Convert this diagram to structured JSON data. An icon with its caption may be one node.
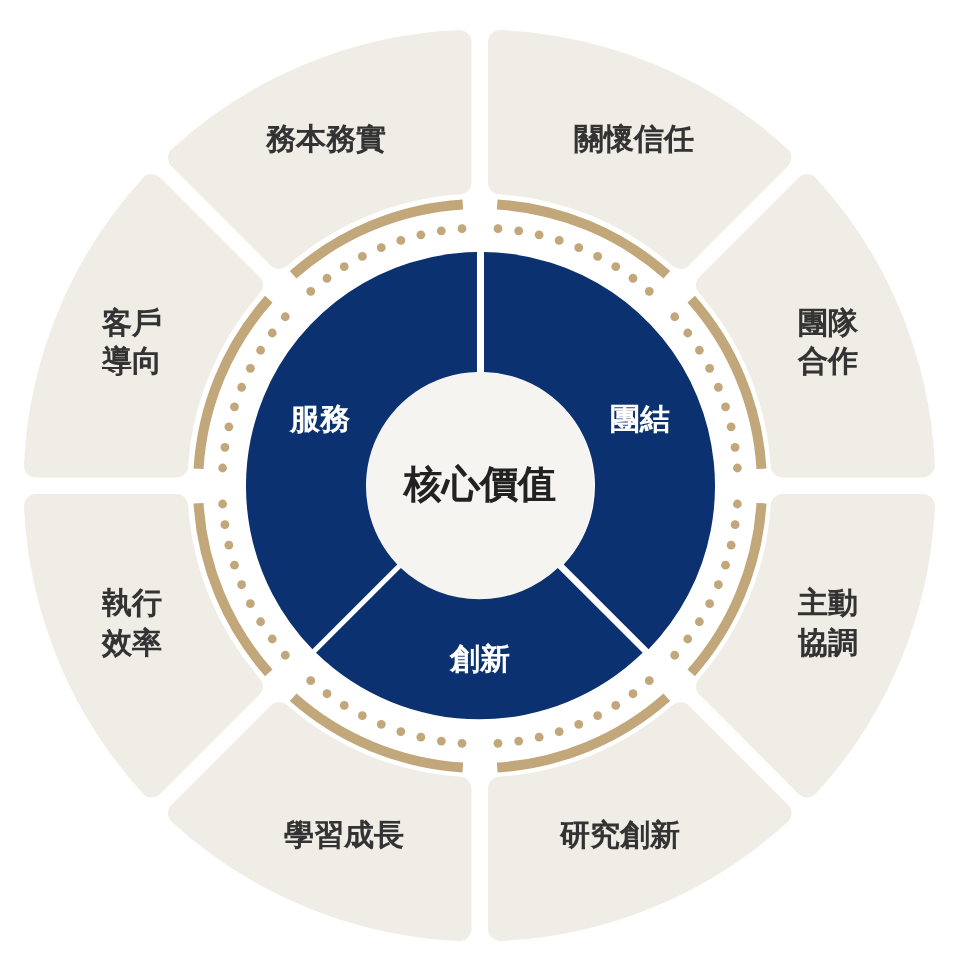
{
  "diagram": {
    "nodes": [
      {
        "text": [
          "核心價值"
        ]
      },
      {
        "text": [
          "服務"
        ]
      },
      {
        "text": [
          "團結"
        ]
      },
      {
        "text": [
          "創新"
        ]
      },
      {
        "text": [
          "務本務實"
        ]
      },
      {
        "text": [
          "關懷信任"
        ]
      },
      {
        "text": [
          "團隊合作"
        ]
      },
      {
        "text": [
          "主動協調"
        ]
      },
      {
        "text": [
          "研究創新"
        ]
      },
      {
        "text": [
          "學習成長"
        ]
      },
      {
        "text": [
          "執行效率"
        ]
      },
      {
        "text": [
          "客戶導向"
        ]
      }
    ]
  }
}
